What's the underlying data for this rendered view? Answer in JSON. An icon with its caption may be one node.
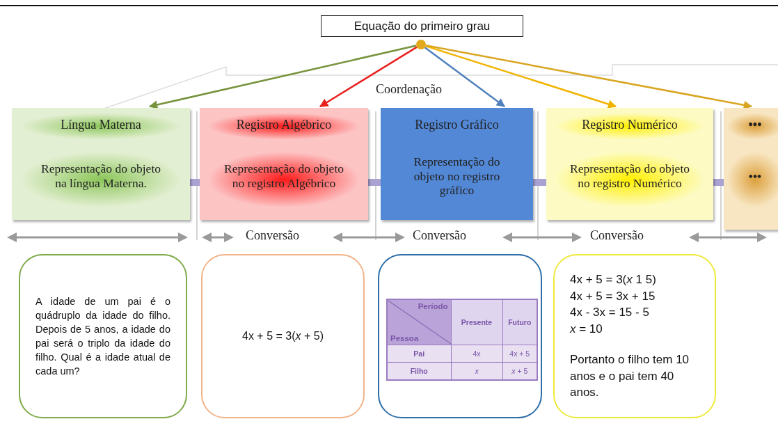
{
  "diagram": {
    "nodes": [
      {
        "text": [
          "Equação do primeiro grau"
        ]
      },
      {
        "text": [],
        "shape": "circle"
      },
      {
        "text": [
          "Língua Materna",
          "Representação do objeto na língua Materna."
        ]
      },
      {
        "text": [
          "Registro Algébrico",
          "Representação do objeto no registro Algébrico"
        ]
      },
      {
        "text": [
          "Registro Gráfico",
          "Representação do objeto no registro gráfico"
        ]
      },
      {
        "text": [
          "Registro Numérico",
          "Representação do objeto no registro Numérico"
        ]
      },
      {
        "text": [
          "•••",
          "•••"
        ]
      },
      {
        "text": [
          "A idade de um pai é o quádruplo da idade do filho. Depois de 5 anos, a idade do pai será o triplo da idade do filho. Qual é a idade atual de cada um?"
        ]
      },
      {
        "text": [
          "4x + 5 = 3(*x* + 5)"
        ]
      },
      {
        "text": [],
        "shape": "box"
      },
      {
        "text": [
          "4x + 5 = 3(*x* 1 5)",
          "4x + 5 = 3x + 15",
          "4x - 3x = 15 - 5",
          "*x* = 10",
          "Portanto o filho tem 10 anos e o pai tem 40 anos."
        ]
      }
    ],
    "edges": [
      {
        "from": 1,
        "to": 2,
        "arrow": "to",
        "color": "#77933c"
      },
      {
        "from": 1,
        "to": 3,
        "arrow": "to",
        "color": "#e8201e"
      },
      {
        "from": 1,
        "to": 4,
        "arrow": "to",
        "color": "#4f81bd"
      },
      {
        "from": 1,
        "to": 5,
        "arrow": "to",
        "color": "#f0b400"
      },
      {
        "from": 1,
        "to": 6,
        "arrow": "to",
        "color": "#d9a520"
      },
      {
        "from": 2,
        "to": 3,
        "arrow": "none",
        "style": "thick",
        "color": "#aaa2d2"
      },
      {
        "from": 3,
        "to": 4,
        "arrow": "none",
        "style": "thick",
        "color": "#aaa2d2"
      },
      {
        "from": 4,
        "to": 5,
        "arrow": "none",
        "style": "thick",
        "color": "#aaa2d2"
      },
      {
        "from": 5,
        "to": 6,
        "arrow": "none",
        "style": "thick",
        "color": "#aaa2d2"
      }
    ],
    "labels": [
      "Coordenação",
      "Conversão",
      "Conversão",
      "Conversão",
      "Período",
      "Pessoa",
      "Presente",
      "Futuro",
      "Pai",
      "4x",
      "4x + 5",
      "Filho",
      "*x*",
      "*x* + 5"
    ]
  }
}
